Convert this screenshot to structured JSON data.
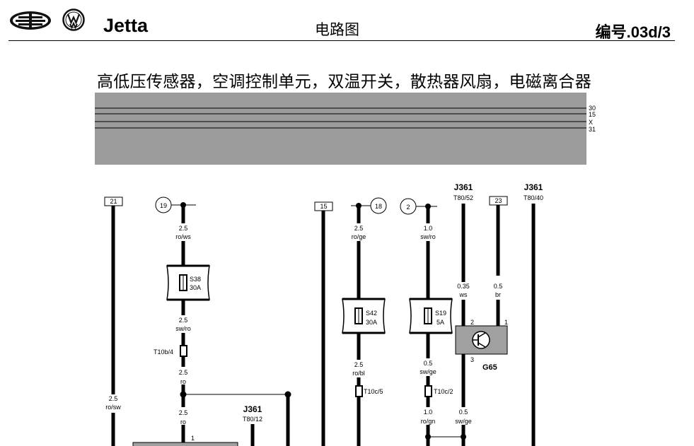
{
  "header": {
    "brand": "Jetta",
    "doc_title": "电路图",
    "doc_number": "编号.03d/3",
    "logos": [
      "faw-logo-icon",
      "vw-logo-icon"
    ]
  },
  "subtitle": "高低压传感器，空调控制单元，双温开关，散热器风扇，电磁离合器",
  "bus": {
    "terminals": [
      "30",
      "15",
      "X",
      "31"
    ]
  },
  "wires": {
    "w21": {
      "box": "21",
      "size": "2.5",
      "color": "ro/sw"
    },
    "w19": {
      "circle": "19",
      "size1": "2.5",
      "color1": "ro/ws",
      "fuse": "S38",
      "fuse_rating": "30A",
      "size2": "2.5",
      "color2": "sw/ro",
      "conn": "T10b/4",
      "size3": "2.5",
      "color3": "ro",
      "size4": "2.5",
      "color4": "ro",
      "pin": "1"
    },
    "j361_mid": {
      "name": "J361",
      "pin": "T80/12"
    },
    "w15": {
      "box": "15"
    },
    "w18": {
      "circle": "18",
      "size1": "2.5",
      "color1": "ro/ge",
      "fuse": "S42",
      "fuse_rating": "30A",
      "size2": "2.5",
      "color2": "ro/bl",
      "conn": "T10c/5"
    },
    "w2": {
      "circle": "2",
      "size1": "1.0",
      "color1": "sw/ro",
      "fuse": "S19",
      "fuse_rating": "5A",
      "size2": "0.5",
      "color2": "sw/ge",
      "conn": "T10c/2",
      "size3": "1.0",
      "color3": "ro/gn"
    },
    "j361_a": {
      "name": "J361",
      "pin": "T80/52",
      "size": "0.35",
      "color": "ws"
    },
    "w23": {
      "box": "23",
      "size": "0.5",
      "color": "br"
    },
    "j361_b": {
      "name": "J361",
      "pin": "T80/40"
    },
    "g65": {
      "name": "G65",
      "pin_left": "2",
      "pin_right": "1",
      "pin_bottom": "3",
      "size": "0.5",
      "color": "sw/ge"
    }
  },
  "colors": {
    "bus_gray": "#9b9b9b",
    "component_gray": "#a0a0a0"
  }
}
